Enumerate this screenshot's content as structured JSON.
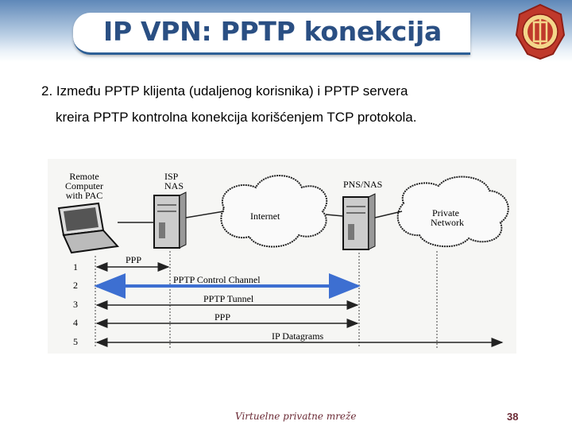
{
  "slide": {
    "title": "IP VPN: PPTP konekcija",
    "bullet_line1": "2. Između PPTP klijenta (udaljenog korisnika) i PPTP servera",
    "bullet_line2": "kreira PPTP kontrolna konekcija korišćenjem TCP protokola."
  },
  "figure": {
    "remote_label": [
      "Remote",
      "Computer",
      "with PAC"
    ],
    "isp_label": [
      "ISP",
      "NAS"
    ],
    "pns_label": "PNS/NAS",
    "internet_label": "Internet",
    "private_label": [
      "Private",
      "Network"
    ],
    "rows": [
      {
        "num": "1",
        "label": "PPP"
      },
      {
        "num": "2",
        "label": "PPTP Control Channel"
      },
      {
        "num": "3",
        "label": "PPTP Tunnel"
      },
      {
        "num": "4",
        "label": "PPP"
      },
      {
        "num": "5",
        "label": "IP Datagrams"
      }
    ]
  },
  "footer": {
    "text": "Virtuelne privatne mreže",
    "page": "38"
  },
  "colors": {
    "title": "#2a4f83",
    "highlight": "#3d6fd1",
    "logo": "#c0392b"
  }
}
